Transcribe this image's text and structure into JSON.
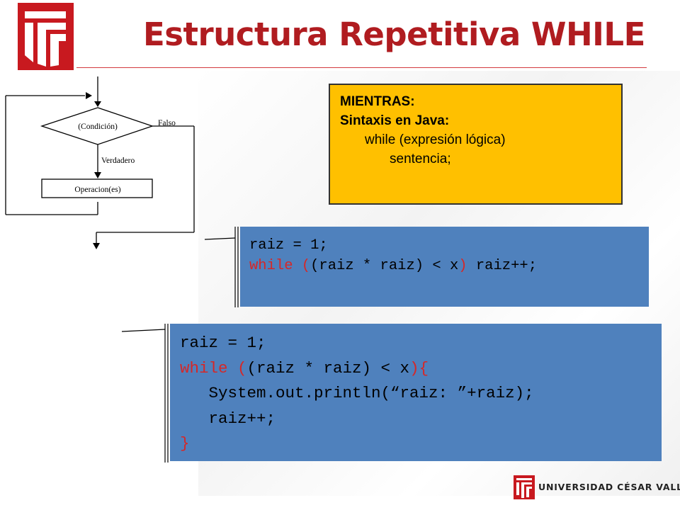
{
  "slide": {
    "title": "Estructura Repetitiva WHILE"
  },
  "flowchart": {
    "condition_label": "(Condición)",
    "false_label": "Falso",
    "true_label": "Verdadero",
    "operation_label": "Operacion(es)"
  },
  "infobox": {
    "line1": "MIENTRAS:",
    "line2": "Sintaxis en Java:",
    "line3": "while (expresión lógica)",
    "line4": "sentencia;"
  },
  "code_example_1": {
    "line1": "raiz = 1;",
    "line2_keyword": "while (",
    "line2_expr": "(raiz * raiz) < x",
    "line2_close": ")",
    "line2_stmt": " raiz++;"
  },
  "code_example_2": {
    "line1": "raiz = 1;",
    "line2_keyword": "while (",
    "line2_expr": "(raiz * raiz) < x",
    "line2_close": "){",
    "line3": "   System.out.println(“raiz: ”+raiz);",
    "line4": "   raiz++;",
    "line5": "}"
  },
  "footer": {
    "university": "UNIVERSIDAD CÉSAR VALLEJO"
  },
  "colors": {
    "title": "#b01c20",
    "brand_red": "#c8191f",
    "infobox": "#ffc000",
    "code_bg": "#4f81bd",
    "keyword": "#d62727"
  }
}
